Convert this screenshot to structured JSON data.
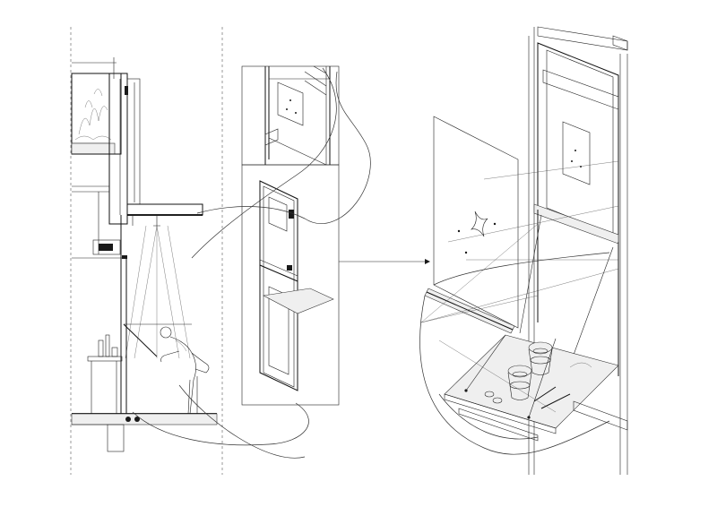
{
  "drawing": {
    "panels": [
      {
        "id": "section-view"
      },
      {
        "id": "detail-inset"
      },
      {
        "id": "axonometric-view"
      }
    ],
    "colors": {
      "line": "#111111",
      "fill": "#1a1a1a",
      "background": "#ffffff"
    }
  }
}
